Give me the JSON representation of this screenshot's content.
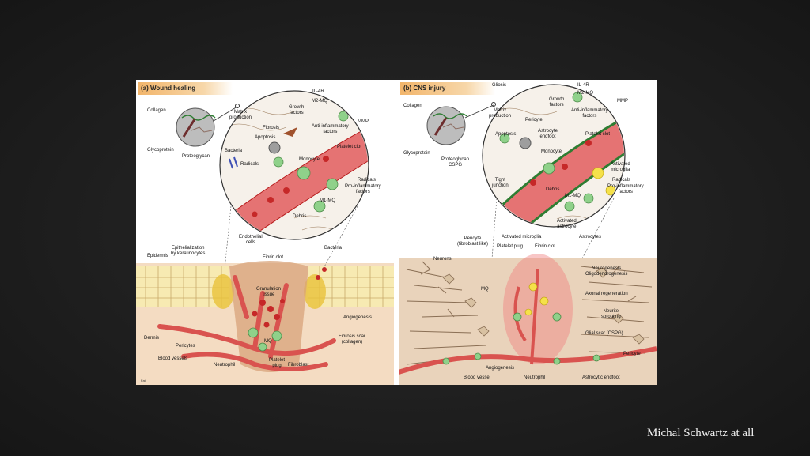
{
  "credit": "Michal Schwartz at all",
  "colors": {
    "vessel": "#d9534f",
    "tissue": "#f3d9bf",
    "epidermis": "#f6e7a8",
    "background": "#1f1f1f",
    "header": "#f2b56b",
    "cell_green": "#8fd18a",
    "brain_tissue": "#e8d4bd"
  },
  "panel_a": {
    "title": "(a) Wound healing",
    "labels": {
      "collagen": "Collagen",
      "glycoprotein": "Glycoprotein",
      "proteoglycan": "Proteoglycan",
      "matrix": "Matrix\nproduction",
      "il4r": "IL-4R",
      "m2mq": "M2-MQ",
      "growth": "Growth\nfactors",
      "mmp": "MMP",
      "fibrosis": "Fibrosis",
      "antiinf": "Anti-inflammatory\nfactors",
      "apoptosis": "Apoptosis",
      "platelet_clot": "Platelet clot",
      "bacteria1": "Bacteria",
      "radicals1": "Radicals",
      "monocyte": "Monocyte",
      "radicals2": "Radicals",
      "proinf": "Pro-inflammatory\nfactors",
      "m1mq": "M1-MQ",
      "debris": "Debris",
      "endothelial": "Endothelial\ncells",
      "epithelial": "Epithelialization\nby keratinocytes",
      "bacteria2": "Bacteria",
      "fibrin": "Fibrin clot",
      "epidermis": "Epidermis",
      "granulation": "Granulation\ntissue",
      "angiogenesis": "Angiogenesis",
      "mq": "MQ",
      "dermis": "Dermis",
      "pericytes": "Pericytes",
      "fibrosis_scar": "Fibrosis scar\n(collagen)",
      "blood_vessels": "Blood vessels",
      "neutrophil": "Neutrophil",
      "platelet_plug": "Platelet\nplug",
      "fibroblast": "Fibroblast",
      "fat": "Fat"
    }
  },
  "panel_b": {
    "title": "(b) CNS injury",
    "labels": {
      "gliosis": "Gliosis",
      "il4r": "IL-4R",
      "m2mq": "M2-MQ",
      "collagen": "Collagen",
      "growth": "Growth\nfactors",
      "mmp": "MMP",
      "matrix": "Matrix\nproduction",
      "pericyte1": "Pericyte",
      "antiinf": "Anti-inflammatory\nfactors",
      "apoptosis": "Apoptosis",
      "astro_endfoot": "Astrocyte\nendfoot",
      "platelet_clot": "Platelet clot",
      "glycoprotein": "Glycoprotein",
      "proteoglycan": "Proteoglycan\nCSPG",
      "monocyte": "Monocyte",
      "tight": "Tight\njunction",
      "act_microglia1": "Activated\nmicroglia",
      "radicals": "Radicals",
      "proinf": "Pro-inflammatory\nfactors",
      "debris": "Debris",
      "m1mq": "M1-MQ",
      "act_astro": "Activated\nastrocyte",
      "pericyte_fib": "Pericyte\n(fibroblast like)",
      "act_microglia2": "Activated microglia",
      "astrocytes": "Astrocytes",
      "platelet_plug": "Platelet plug",
      "fibrin": "Fibrin clot",
      "neurons": "Neurons",
      "neurogenesis": "Neurogenesis\nOligodendrogenesis",
      "mq": "MQ",
      "axonal": "Axonal regeneration",
      "neurite": "Neurite\nsprouting",
      "glial_scar": "Glial scar (CSPG)",
      "pericyte2": "Pericyte",
      "angiogenesis": "Angiogenesis",
      "blood_vessel": "Blood vessel",
      "neutrophil": "Neutrophil",
      "astro_endfoot2": "Astrocytic endfoot"
    }
  }
}
